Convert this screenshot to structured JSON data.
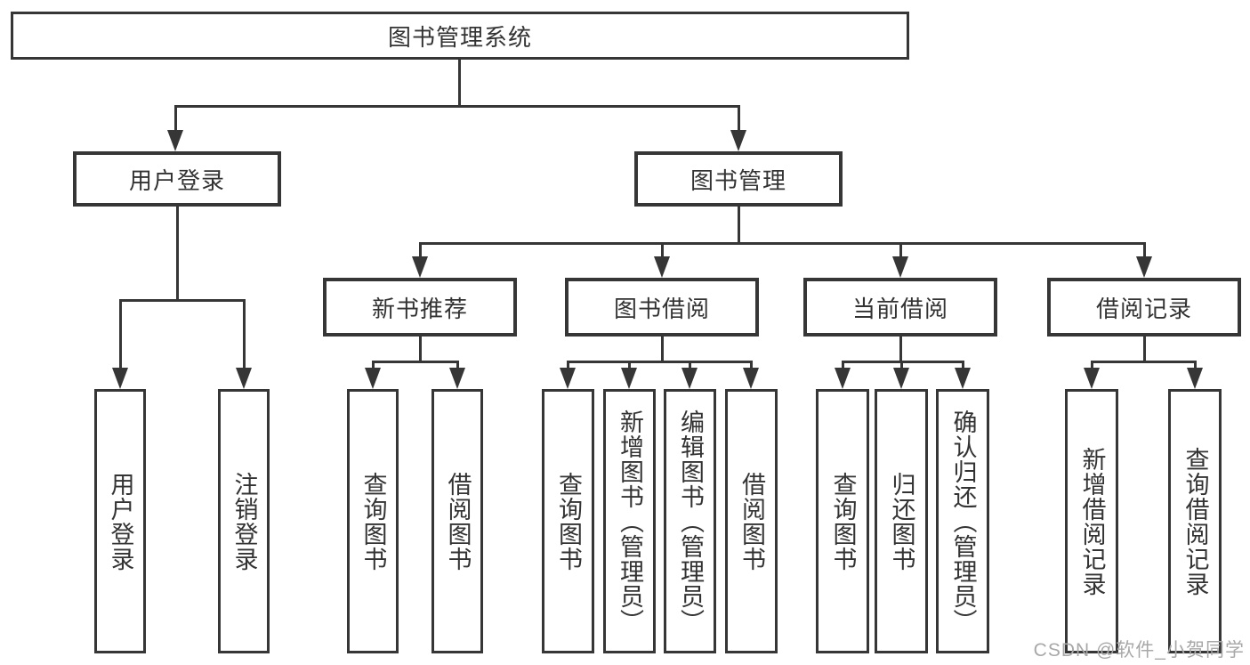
{
  "diagram": {
    "type": "hierarchy-tree",
    "title": "图书管理系统",
    "nodes": {
      "root": "图书管理系统",
      "user_login": {
        "label": "用户登录",
        "children": [
          "用户登录",
          "注销登录"
        ]
      },
      "book_mgmt": {
        "label": "图书管理",
        "children": [
          {
            "label": "新书推荐",
            "children": [
              "查询图书",
              "借阅图书"
            ]
          },
          {
            "label": "图书借阅",
            "children": [
              "查询图书",
              "新增图书（管理员）",
              "编辑图书（管理员）",
              "借阅图书"
            ]
          },
          {
            "label": "当前借阅",
            "children": [
              "查询图书",
              "归还图书",
              "确认归还（管理员）"
            ]
          },
          {
            "label": "借阅记录",
            "children": [
              "新增借阅记录",
              "查询借阅记录"
            ]
          }
        ]
      }
    }
  },
  "watermark": {
    "text": "CSDN @软件_小贺同学"
  },
  "colors": {
    "line": "#363636",
    "text": "#333333",
    "box_background": "#ffffff",
    "watermark": "#a8a8a8"
  }
}
